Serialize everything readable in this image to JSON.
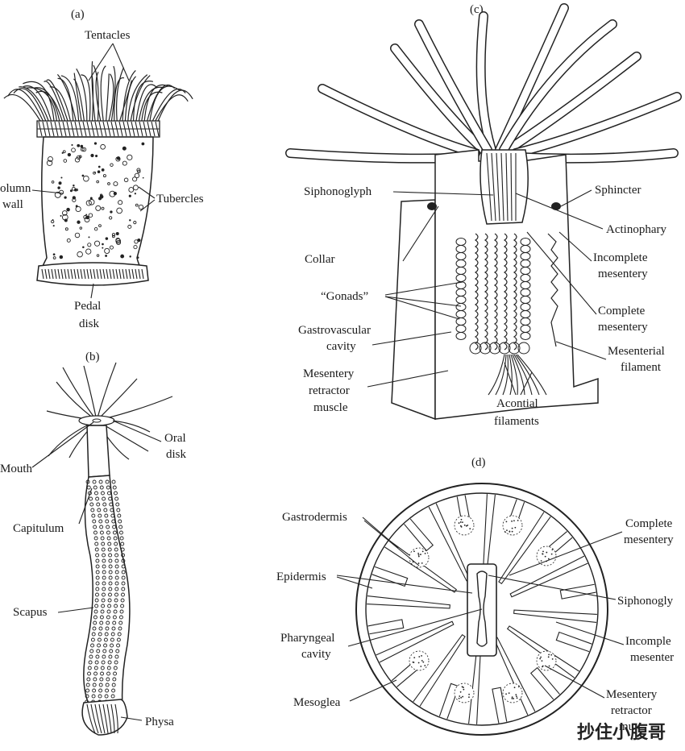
{
  "panels": {
    "a": {
      "letter": "(a)",
      "labels": {
        "tentacles": "Tentacles",
        "column_wall_1": "olumn",
        "column_wall_2": "wall",
        "tubercles": "Tubercles",
        "pedal_1": "Pedal",
        "pedal_2": "disk"
      }
    },
    "b": {
      "letter": "(b)",
      "labels": {
        "mouth": "Mouth",
        "oral_1": "Oral",
        "oral_2": "disk",
        "capitulum": "Capitulum",
        "scapus": "Scapus",
        "physa": "Physa"
      }
    },
    "c": {
      "letter": "(c)",
      "labels": {
        "siphonoglyph": "Siphonoglyph",
        "sphincter": "Sphincter",
        "actinopharynx": "Actinophary",
        "collar": "Collar",
        "incomplete_1": "Incomplete",
        "incomplete_2": "mesentery",
        "gonads": "“Gonads”",
        "complete_1": "Complete",
        "complete_2": "mesentery",
        "gastro_1": "Gastrovascular",
        "gastro_2": "cavity",
        "mesfil_1": "Mesenterial",
        "mesfil_2": "filament",
        "retractor_1": "Mesentery",
        "retractor_2": "retractor",
        "retractor_3": "muscle",
        "acontial_1": "Acontial",
        "acontial_2": "filaments"
      }
    },
    "d": {
      "letter": "(d)",
      "labels": {
        "gastrodermis": "Gastrodermis",
        "complete_1": "Complete",
        "complete_2": "mesentery",
        "epidermis": "Epidermis",
        "siphonoglyph": "Siphonogly",
        "pharyngeal_1": "Pharyngeal",
        "pharyngeal_2": "cavity",
        "incomplete_1": "Incomple",
        "incomplete_2": "mesenter",
        "mesoglea": "Mesoglea",
        "retractor_1": "Mesentery",
        "retractor_2": "retractor",
        "retractor_3": "mu"
      }
    }
  },
  "watermark": "抄住小腹哥"
}
